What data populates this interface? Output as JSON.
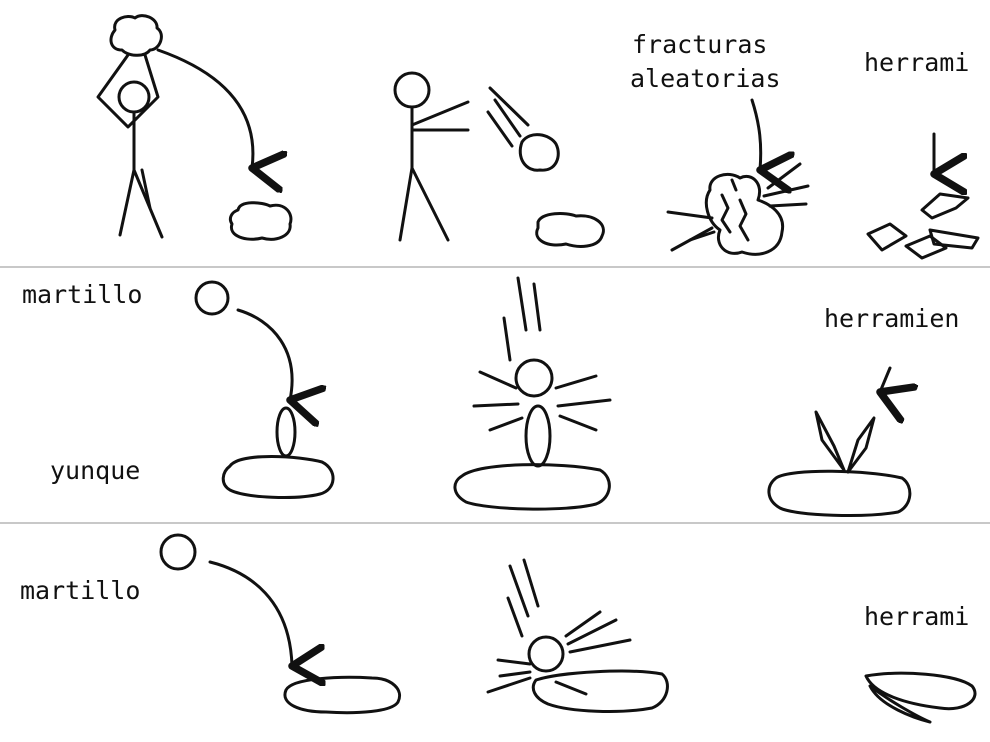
{
  "colors": {
    "ink": "#111111",
    "divider": "#c8c8c8",
    "background": "#ffffff"
  },
  "row1": {
    "label_fracturas": "fracturas",
    "label_aleatorias": "aleatorias",
    "label_herramientas": "herrami"
  },
  "row2": {
    "label_martillo": "martillo",
    "label_yunque": "yunque",
    "label_herramientas": "herramien"
  },
  "row3": {
    "label_martillo": "martillo",
    "label_herramientas": "herrami"
  }
}
